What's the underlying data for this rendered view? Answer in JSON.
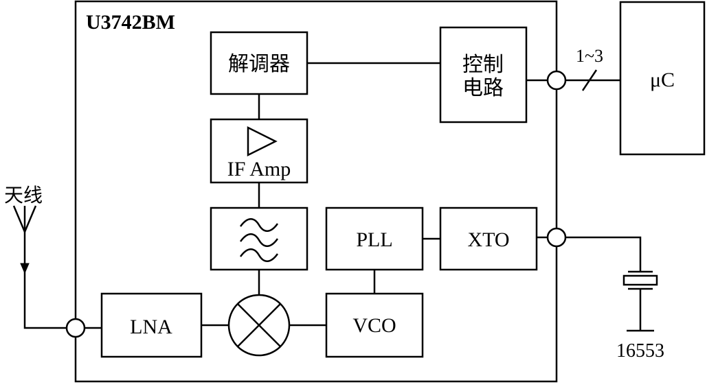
{
  "chip": {
    "name": "U3742BM"
  },
  "blocks": {
    "demodulator": "解调器",
    "control_line1": "控制",
    "control_line2": "电路",
    "if_amp": "IF Amp",
    "pll": "PLL",
    "xto": "XTO",
    "lna": "LNA",
    "vco": "VCO",
    "microcontroller": "μC"
  },
  "labels": {
    "antenna": "天线",
    "bus_width": "1~3",
    "figure_number": "16553"
  }
}
